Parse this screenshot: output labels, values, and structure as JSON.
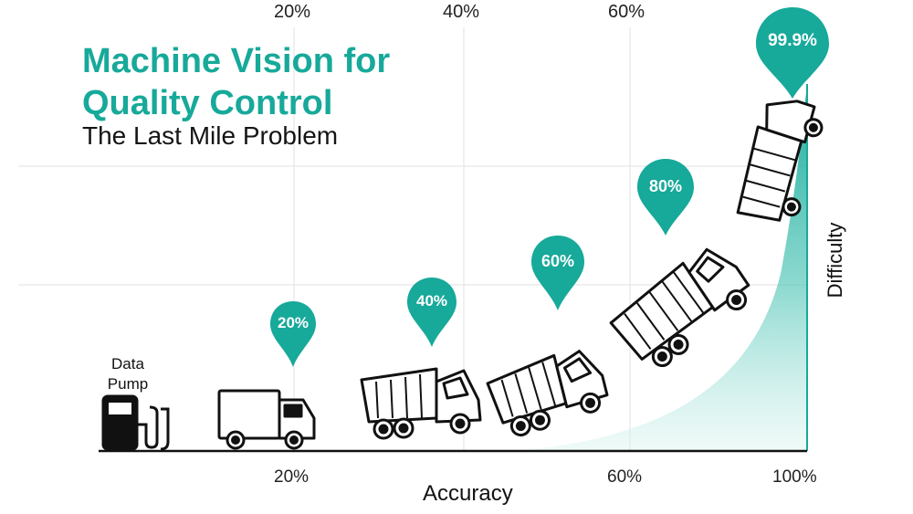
{
  "title_line1": "Machine Vision for",
  "title_line2": "Quality Control",
  "subtitle": "The Last Mile Problem",
  "top_axis": [
    "20%",
    "40%",
    "60%"
  ],
  "bottom_axis": [
    "20%",
    "60%",
    "100%"
  ],
  "x_axis_label": "Accuracy",
  "y_axis_label": "Difficulty",
  "data_pump_label": "Data Pump",
  "milestones": [
    "20%",
    "40%",
    "60%",
    "80%",
    "99.9%"
  ],
  "colors": {
    "accent": "#17a99a",
    "curve_fill": "#17a99a",
    "ink": "#111111"
  },
  "icons": [
    "fuel-pump-icon",
    "box-truck-icon",
    "dump-truck-icon",
    "location-pin-icon"
  ]
}
